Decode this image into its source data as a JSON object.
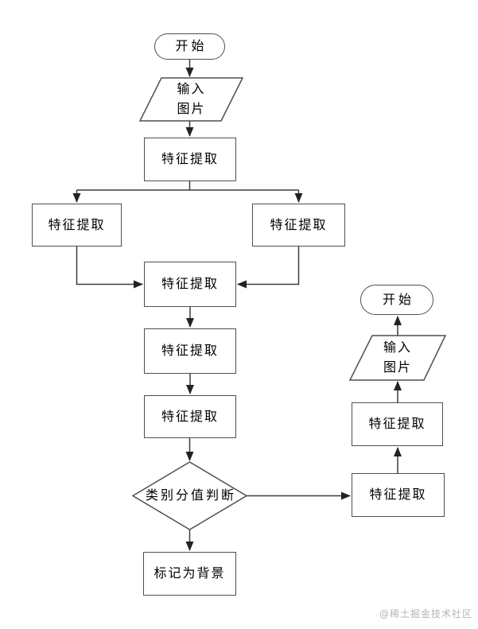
{
  "colors": {
    "line": "#3c3c3c",
    "border": "#4f4f4f",
    "text": "#000000",
    "background": "#ffffff",
    "watermark": "#b5b5b5"
  },
  "main_flow": {
    "start": "开始",
    "input_image": "输入\n图片",
    "feature_extract_1": "特征提取",
    "feature_extract_left": "特征提取",
    "feature_extract_right": "特征提取",
    "feature_extract_merge": "特征提取",
    "feature_extract_2": "特征提取",
    "feature_extract_3": "特征提取",
    "decision": "类别分值判断",
    "mark_background": "标记为背景"
  },
  "side_flow": {
    "start": "开始",
    "input_image": "输入\n图片",
    "feature_extract_upper": "特征提取",
    "feature_extract_lower": "特征提取"
  },
  "watermark": "@稀土掘金技术社区"
}
